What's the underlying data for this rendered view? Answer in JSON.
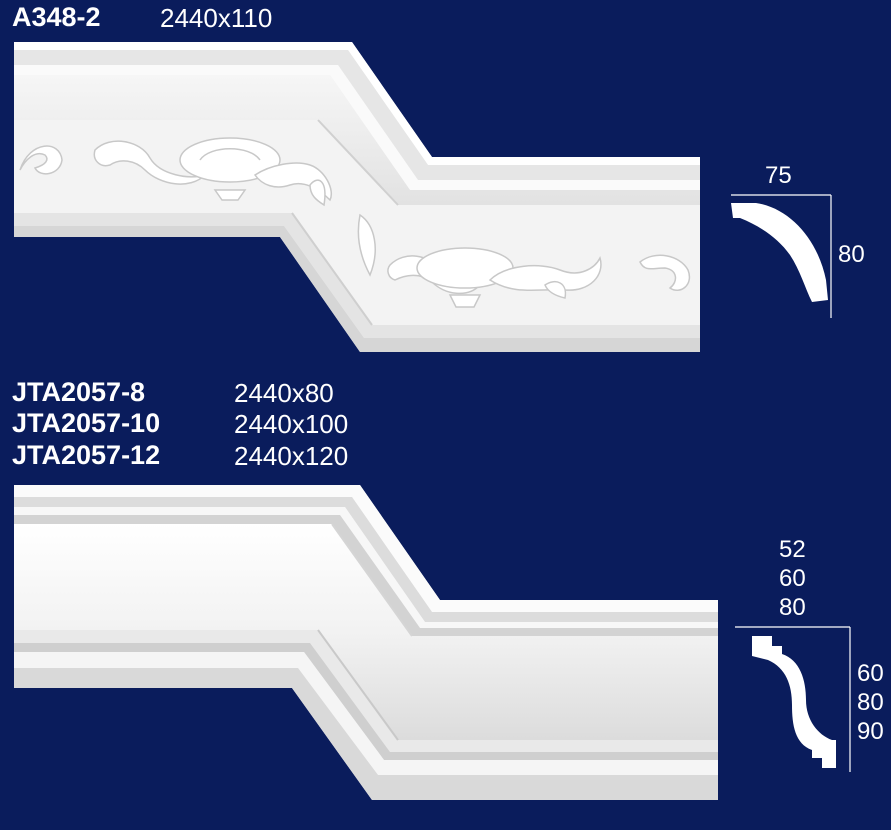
{
  "products": [
    {
      "code": "A348-2",
      "size": "2440x110",
      "profile": {
        "width": "75",
        "height": "80"
      }
    },
    {
      "variants": [
        {
          "code": "JTA2057-8",
          "size": "2440x80"
        },
        {
          "code": "JTA2057-10",
          "size": "2440x100"
        },
        {
          "code": "JTA2057-12",
          "size": "2440x120"
        }
      ],
      "profile": {
        "widths": [
          "52",
          "60",
          "80"
        ],
        "heights": [
          "60",
          "80",
          "90"
        ]
      }
    }
  ]
}
